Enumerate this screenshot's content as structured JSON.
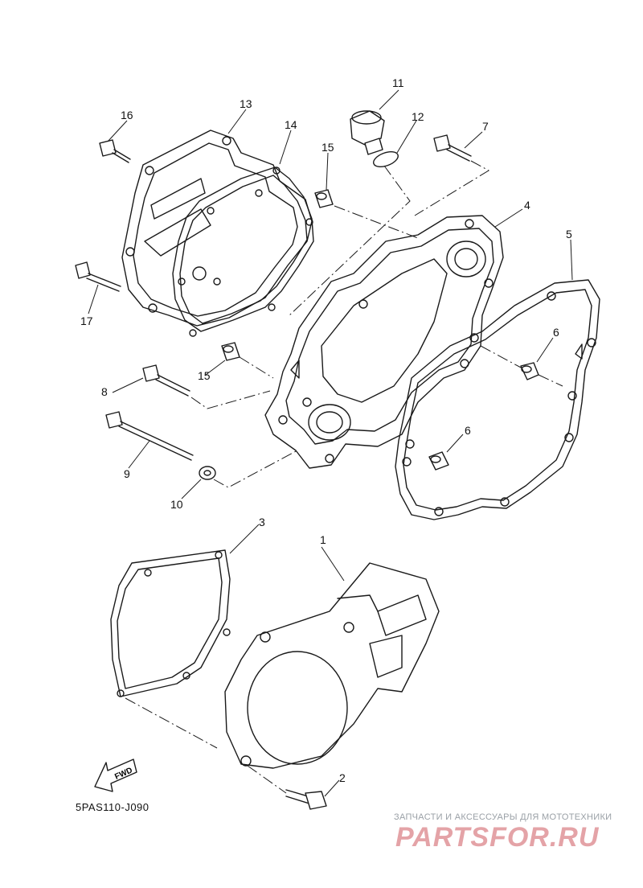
{
  "diagram": {
    "callouts": [
      {
        "id": "1",
        "label": "1"
      },
      {
        "id": "2",
        "label": "2"
      },
      {
        "id": "3",
        "label": "3"
      },
      {
        "id": "4",
        "label": "4"
      },
      {
        "id": "5",
        "label": "5"
      },
      {
        "id": "6a",
        "label": "6"
      },
      {
        "id": "6b",
        "label": "6"
      },
      {
        "id": "7",
        "label": "7"
      },
      {
        "id": "8",
        "label": "8"
      },
      {
        "id": "9",
        "label": "9"
      },
      {
        "id": "10",
        "label": "10"
      },
      {
        "id": "11",
        "label": "11"
      },
      {
        "id": "12",
        "label": "12"
      },
      {
        "id": "13",
        "label": "13"
      },
      {
        "id": "14",
        "label": "14"
      },
      {
        "id": "15a",
        "label": "15"
      },
      {
        "id": "15b",
        "label": "15"
      },
      {
        "id": "16",
        "label": "16"
      },
      {
        "id": "17",
        "label": "17"
      }
    ],
    "fwd_label": "FWD",
    "diagram_code": "5PAS110-J090"
  },
  "watermark": {
    "tagline": "ЗАПЧАСТИ И АКСЕССУАРЫ ДЛЯ МОТОТЕХНИКИ",
    "logo_text": "PARTSFOR.RU"
  }
}
